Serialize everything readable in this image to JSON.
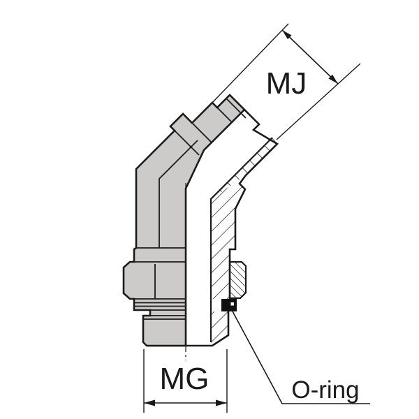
{
  "figure": {
    "kind": "technical-drawing",
    "subject": "45-degree elbow hydraulic adapter, half-section view",
    "labels": {
      "mj": "MJ",
      "mg": "MG",
      "oring": "O-ring"
    },
    "colors": {
      "line": "#1a1a1a",
      "metal_fill": "#cccbc9",
      "seal_fill": "#111111",
      "background": "#ffffff"
    }
  }
}
